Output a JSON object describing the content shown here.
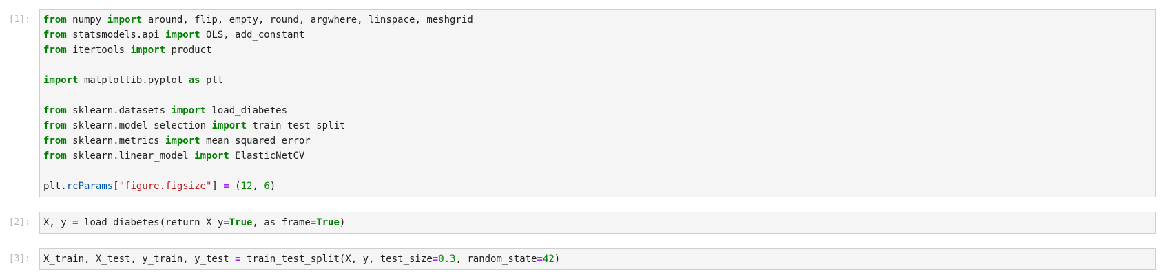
{
  "app": {
    "name": "jupyter-notebook",
    "view": "notebook-code-cells"
  },
  "colors": {
    "cell_background": "#f5f5f5",
    "cell_border": "#cfcfcf",
    "prompt_text": "#b0b6bc",
    "code_default": "#212121",
    "keyword": "#008000",
    "operator": "#aa22ff",
    "number": "#008800",
    "string": "#ba2121",
    "property": "#0055aa",
    "top_divider": "#dadada",
    "page_background": "#ffffff"
  },
  "cells": [
    {
      "prompt": "[1]:",
      "lines": [
        [
          {
            "t": "kw",
            "s": "from"
          },
          {
            "t": "pl",
            "s": " numpy "
          },
          {
            "t": "kw",
            "s": "import"
          },
          {
            "t": "pl",
            "s": " around, flip, empty, round, argwhere, linspace, meshgrid"
          }
        ],
        [
          {
            "t": "kw",
            "s": "from"
          },
          {
            "t": "pl",
            "s": " statsmodels.api "
          },
          {
            "t": "kw",
            "s": "import"
          },
          {
            "t": "pl",
            "s": " OLS, add_constant"
          }
        ],
        [
          {
            "t": "kw",
            "s": "from"
          },
          {
            "t": "pl",
            "s": " itertools "
          },
          {
            "t": "kw",
            "s": "import"
          },
          {
            "t": "pl",
            "s": " product"
          }
        ],
        [],
        [
          {
            "t": "kw",
            "s": "import"
          },
          {
            "t": "pl",
            "s": " matplotlib.pyplot "
          },
          {
            "t": "kw",
            "s": "as"
          },
          {
            "t": "pl",
            "s": " plt"
          }
        ],
        [],
        [
          {
            "t": "kw",
            "s": "from"
          },
          {
            "t": "pl",
            "s": " sklearn.datasets "
          },
          {
            "t": "kw",
            "s": "import"
          },
          {
            "t": "pl",
            "s": " load_diabetes"
          }
        ],
        [
          {
            "t": "kw",
            "s": "from"
          },
          {
            "t": "pl",
            "s": " sklearn.model_selection "
          },
          {
            "t": "kw",
            "s": "import"
          },
          {
            "t": "pl",
            "s": " train_test_split"
          }
        ],
        [
          {
            "t": "kw",
            "s": "from"
          },
          {
            "t": "pl",
            "s": " sklearn.metrics "
          },
          {
            "t": "kw",
            "s": "import"
          },
          {
            "t": "pl",
            "s": " mean_squared_error"
          }
        ],
        [
          {
            "t": "kw",
            "s": "from"
          },
          {
            "t": "pl",
            "s": " sklearn.linear_model "
          },
          {
            "t": "kw",
            "s": "import"
          },
          {
            "t": "pl",
            "s": " ElasticNetCV"
          }
        ],
        [],
        [
          {
            "t": "pl",
            "s": "plt."
          },
          {
            "t": "prop",
            "s": "rcParams"
          },
          {
            "t": "pl",
            "s": "["
          },
          {
            "t": "str",
            "s": "\"figure.figsize\""
          },
          {
            "t": "pl",
            "s": "] "
          },
          {
            "t": "op",
            "s": "="
          },
          {
            "t": "pl",
            "s": " ("
          },
          {
            "t": "num",
            "s": "12"
          },
          {
            "t": "pl",
            "s": ", "
          },
          {
            "t": "num",
            "s": "6"
          },
          {
            "t": "pl",
            "s": ")"
          }
        ]
      ]
    },
    {
      "prompt": "[2]:",
      "lines": [
        [
          {
            "t": "pl",
            "s": "X, y "
          },
          {
            "t": "op",
            "s": "="
          },
          {
            "t": "pl",
            "s": " load_diabetes(return_X_y"
          },
          {
            "t": "op",
            "s": "="
          },
          {
            "t": "kw",
            "s": "True"
          },
          {
            "t": "pl",
            "s": ", as_frame"
          },
          {
            "t": "op",
            "s": "="
          },
          {
            "t": "kw",
            "s": "True"
          },
          {
            "t": "pl",
            "s": ")"
          }
        ]
      ]
    },
    {
      "prompt": "[3]:",
      "lines": [
        [
          {
            "t": "pl",
            "s": "X_train, X_test, y_train, y_test "
          },
          {
            "t": "op",
            "s": "="
          },
          {
            "t": "pl",
            "s": " train_test_split(X, y, test_size"
          },
          {
            "t": "op",
            "s": "="
          },
          {
            "t": "num",
            "s": "0.3"
          },
          {
            "t": "pl",
            "s": ", random_state"
          },
          {
            "t": "op",
            "s": "="
          },
          {
            "t": "num",
            "s": "42"
          },
          {
            "t": "pl",
            "s": ")"
          }
        ]
      ]
    }
  ]
}
